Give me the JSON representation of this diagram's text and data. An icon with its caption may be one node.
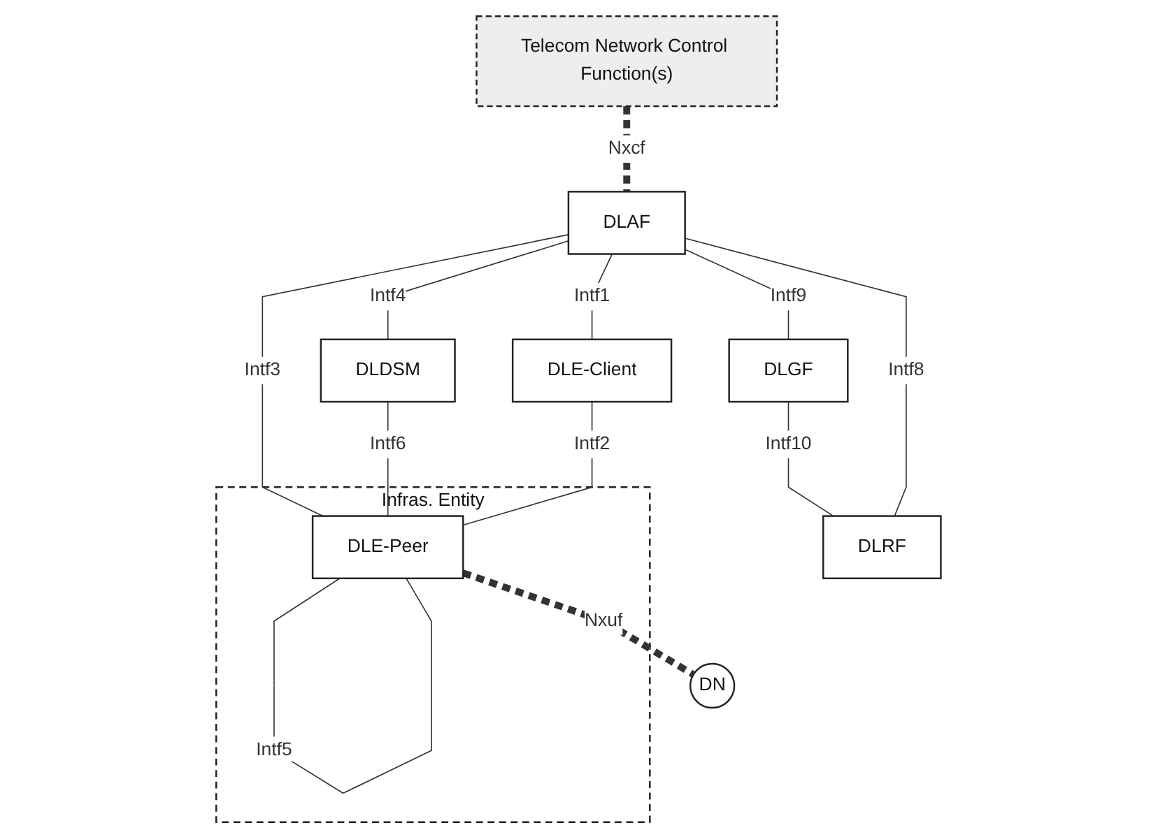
{
  "diagram": {
    "nodes": [
      {
        "text": [
          "Telecom Network Control Function(s)"
        ]
      },
      {
        "text": [
          "DLGF"
        ]
      },
      {
        "text": [
          "DLAF"
        ]
      },
      {
        "text": [
          "DLRF"
        ]
      },
      {
        "text": [
          "DLDSM"
        ]
      },
      {
        "text": [
          "Infras. Entity"
        ]
      },
      {
        "text": [
          "DLE-Client"
        ]
      },
      {
        "text": [
          "DLE-Peer"
        ],
        "in": 5
      },
      {
        "text": [
          "DN"
        ]
      }
    ],
    "edges": [
      {
        "from": 0,
        "to": 2,
        "arrow": "none",
        "label": "Nxcf",
        "style": "dashed"
      },
      {
        "from": 2,
        "to": 1,
        "arrow": "none",
        "label": "Intf9"
      },
      {
        "from": 1,
        "to": 3,
        "arrow": "none",
        "label": "Intf10"
      },
      {
        "from": 2,
        "to": 3,
        "arrow": "none",
        "label": "Intf8"
      },
      {
        "from": 2,
        "to": 4,
        "arrow": "none",
        "label": "Intf4"
      },
      {
        "from": 2,
        "to": 6,
        "arrow": "none",
        "label": "Intf1"
      },
      {
        "from": 2,
        "to": 7,
        "arrow": "none",
        "label": "Intf3"
      },
      {
        "from": 4,
        "to": 7,
        "arrow": "none",
        "label": "Intf6"
      },
      {
        "from": 6,
        "to": 7,
        "arrow": "none",
        "label": "Intf2"
      },
      {
        "from": 7,
        "to": 8,
        "arrow": "none",
        "label": "Nxuf",
        "style": "dashed"
      },
      {
        "from": 7,
        "to": 7,
        "arrow": "none",
        "label": "Intf5"
      }
    ]
  }
}
